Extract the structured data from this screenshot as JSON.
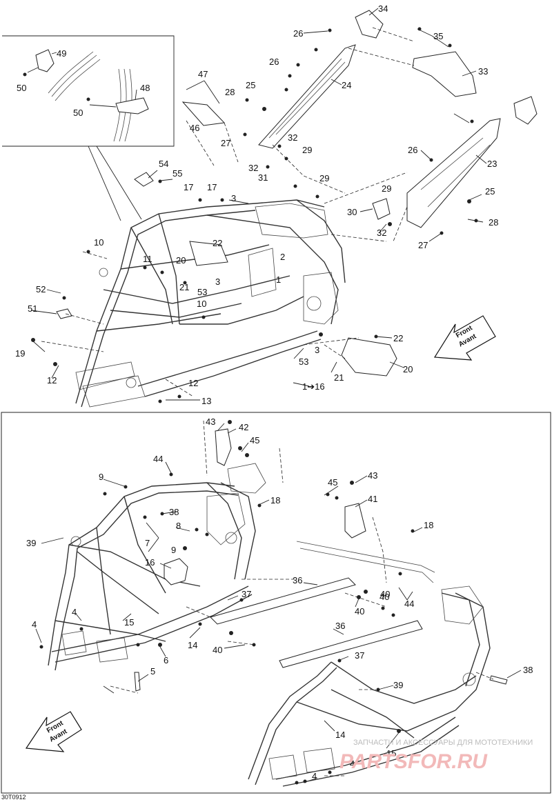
{
  "top_section": {
    "inset_labels": [
      "49",
      "50",
      "48",
      "50"
    ],
    "labels": [
      "34",
      "26",
      "35",
      "33",
      "24",
      "26",
      "47",
      "28",
      "25",
      "46",
      "27",
      "32",
      "29",
      "31",
      "32",
      "26",
      "23",
      "54",
      "55",
      "17",
      "17",
      "3",
      "29",
      "29",
      "25",
      "30",
      "28",
      "32",
      "27",
      "10",
      "22",
      "2",
      "11",
      "20",
      "3",
      "21",
      "53",
      "1",
      "52",
      "10",
      "51",
      "19",
      "3",
      "22",
      "53",
      "20",
      "21",
      "12",
      "12",
      "13",
      "1➔16"
    ],
    "front_arrow": {
      "line1": "Front",
      "line2": "Avant"
    }
  },
  "bottom_section": {
    "labels": [
      "43",
      "42",
      "45",
      "44",
      "9",
      "18",
      "45",
      "43",
      "41",
      "38",
      "8",
      "39",
      "7",
      "9",
      "18",
      "16",
      "37",
      "36",
      "40",
      "40",
      "4",
      "15",
      "14",
      "40",
      "44",
      "37",
      "36",
      "40",
      "6",
      "5",
      "38",
      "4",
      "39",
      "14",
      "15",
      "4",
      "4"
    ],
    "front_arrow": {
      "line1": "Front",
      "line2": "Avant"
    }
  },
  "watermark": {
    "line1": "ЗАПЧАСТИ И АКСЕССУАРЫ ДЛЯ МОТОТЕХНИКИ",
    "line2": "PARTSFOR.RU"
  },
  "figure_code": "30T0912"
}
